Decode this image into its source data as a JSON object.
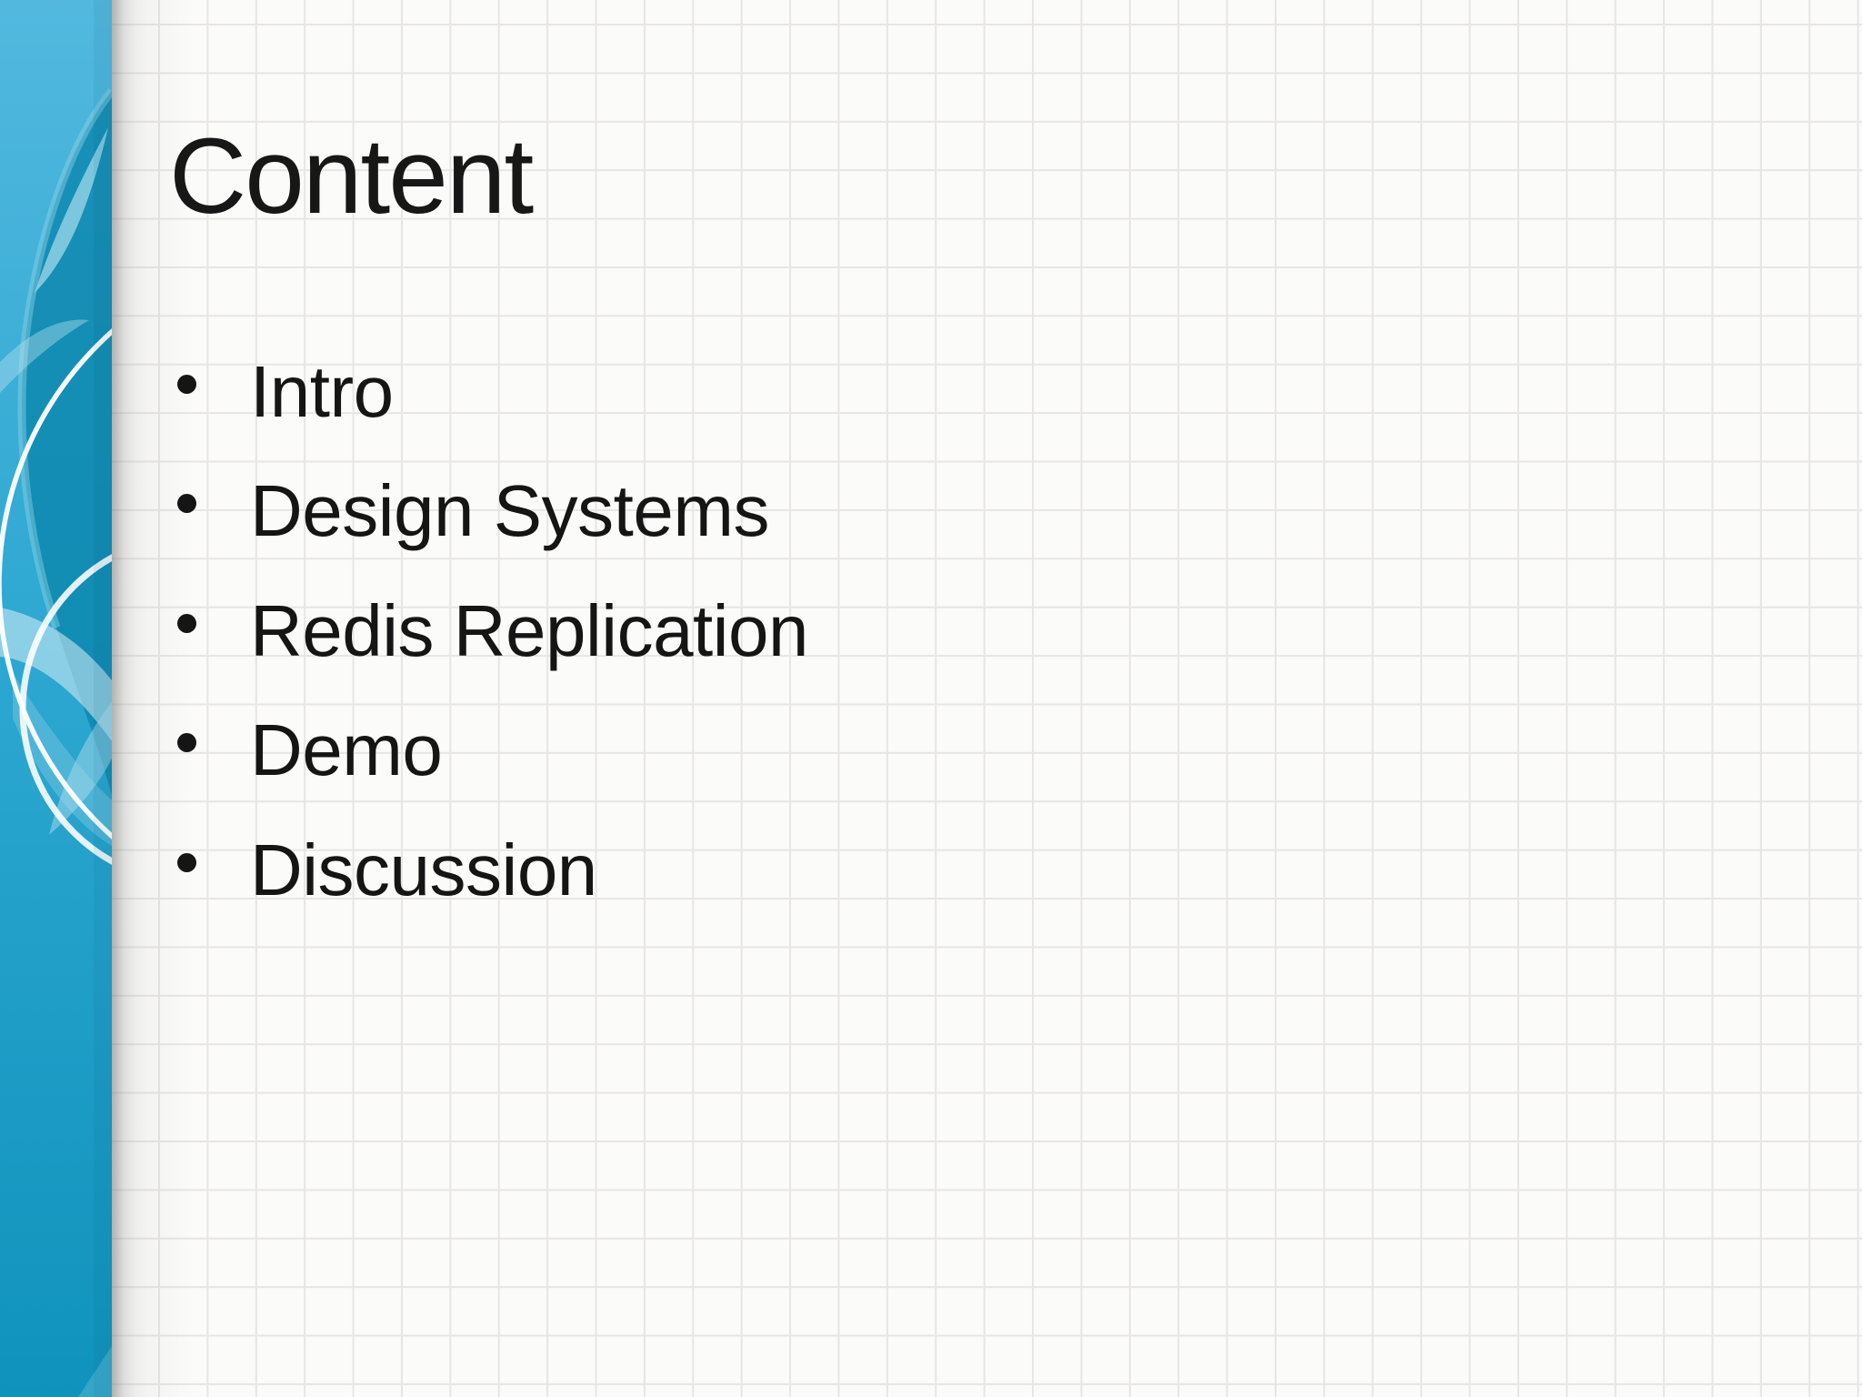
{
  "slide": {
    "title": "Content",
    "bullets": [
      "Intro",
      "Design Systems",
      "Redis Replication",
      "Demo",
      "Discussion"
    ]
  },
  "theme": {
    "sidebar_top_color": "#52b8de",
    "sidebar_mid_color": "#2ea8d2",
    "sidebar_bottom_color": "#0f93bc",
    "sidebar_dark_swirl_color": "#0b86ac",
    "sidebar_light_swirl_color": "#bfe7f3",
    "swirl_line_color": "#ffffff",
    "paper_background": "#fbfbf9",
    "grid_line_color": "#e7e6e4",
    "text_color": "#171717"
  }
}
